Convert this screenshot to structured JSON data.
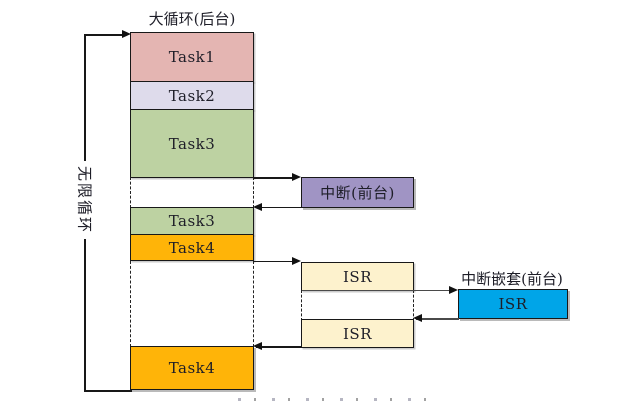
{
  "diagram": {
    "background": {
      "title": "大循环(后台)",
      "loop_label": "无限循环",
      "blocks": [
        {
          "label": "Task1"
        },
        {
          "label": "Task2"
        },
        {
          "label": "Task3"
        },
        {
          "label": "Task3"
        },
        {
          "label": "Task4"
        },
        {
          "label": "Task4"
        }
      ]
    },
    "foreground": {
      "interrupt_label": "中断(前台)",
      "isr_labels": [
        "ISR",
        "ISR"
      ],
      "nested_title": "中断嵌套(前台)",
      "nested_isr_label": "ISR"
    },
    "colors": {
      "task1": "#e4b5b2",
      "task2": "#dedbeb",
      "task3": "#bdd2a2",
      "task4": "#ffb408",
      "interrupt": "#a094c4",
      "isr": "#fdf2cd",
      "nested_isr": "#00a5e8",
      "line": "#181818"
    }
  }
}
